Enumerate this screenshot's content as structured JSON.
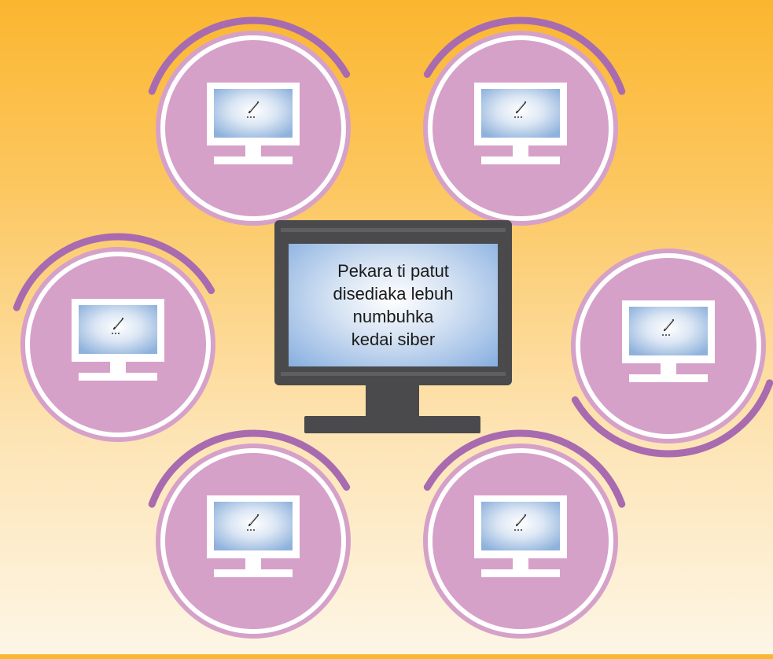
{
  "center": {
    "lines": [
      "Pekara ti patut",
      "disediaka lebuh",
      "numbuhka",
      "kedai siber"
    ]
  },
  "nodes": [
    {
      "id": "top-left",
      "icon": "monitor-pen-icon"
    },
    {
      "id": "top-right",
      "icon": "monitor-pen-icon"
    },
    {
      "id": "mid-left",
      "icon": "monitor-pen-icon"
    },
    {
      "id": "mid-right",
      "icon": "monitor-pen-icon"
    },
    {
      "id": "bottom-left",
      "icon": "monitor-pen-icon"
    },
    {
      "id": "bottom-right",
      "icon": "monitor-pen-icon"
    }
  ],
  "colors": {
    "background_top": "#fbb62f",
    "background_bottom": "#fdf6e6",
    "circle_fill": "#d6a1c8",
    "arc": "#a86bb0",
    "monitor_body": "#ffffff",
    "center_monitor": "#4a4a4c"
  }
}
